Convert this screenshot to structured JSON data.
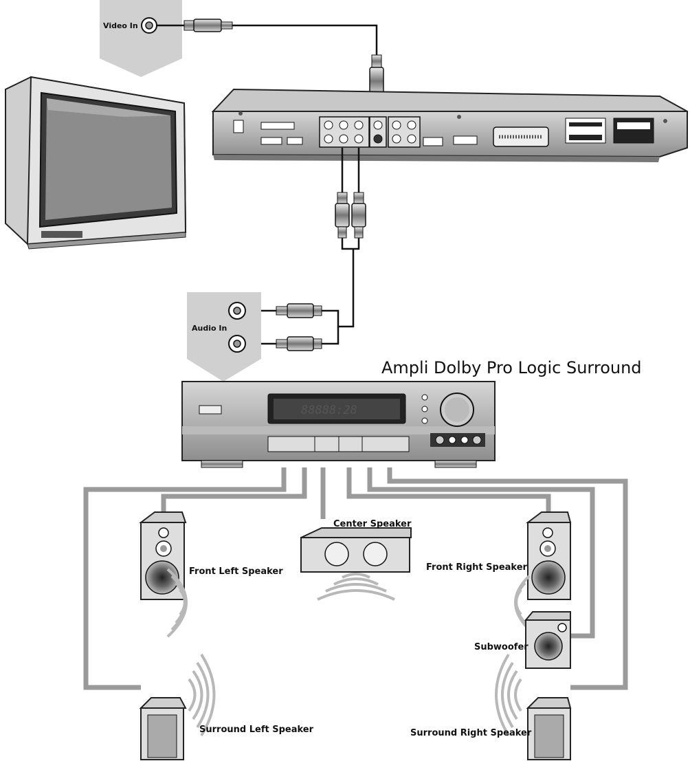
{
  "labels": {
    "video_in": "Video In",
    "audio_in": "Audio In",
    "amplifier": "Ampli Dolby Pro Logic Surround",
    "center": "Center Speaker",
    "front_left": "Front Left Speaker",
    "front_right": "Front Right Speaker",
    "subwoofer": "Subwoofer",
    "surround_left": "Surround Left Speaker",
    "surround_right": "Surround Right Speaker"
  },
  "amp_display": "88888:28"
}
